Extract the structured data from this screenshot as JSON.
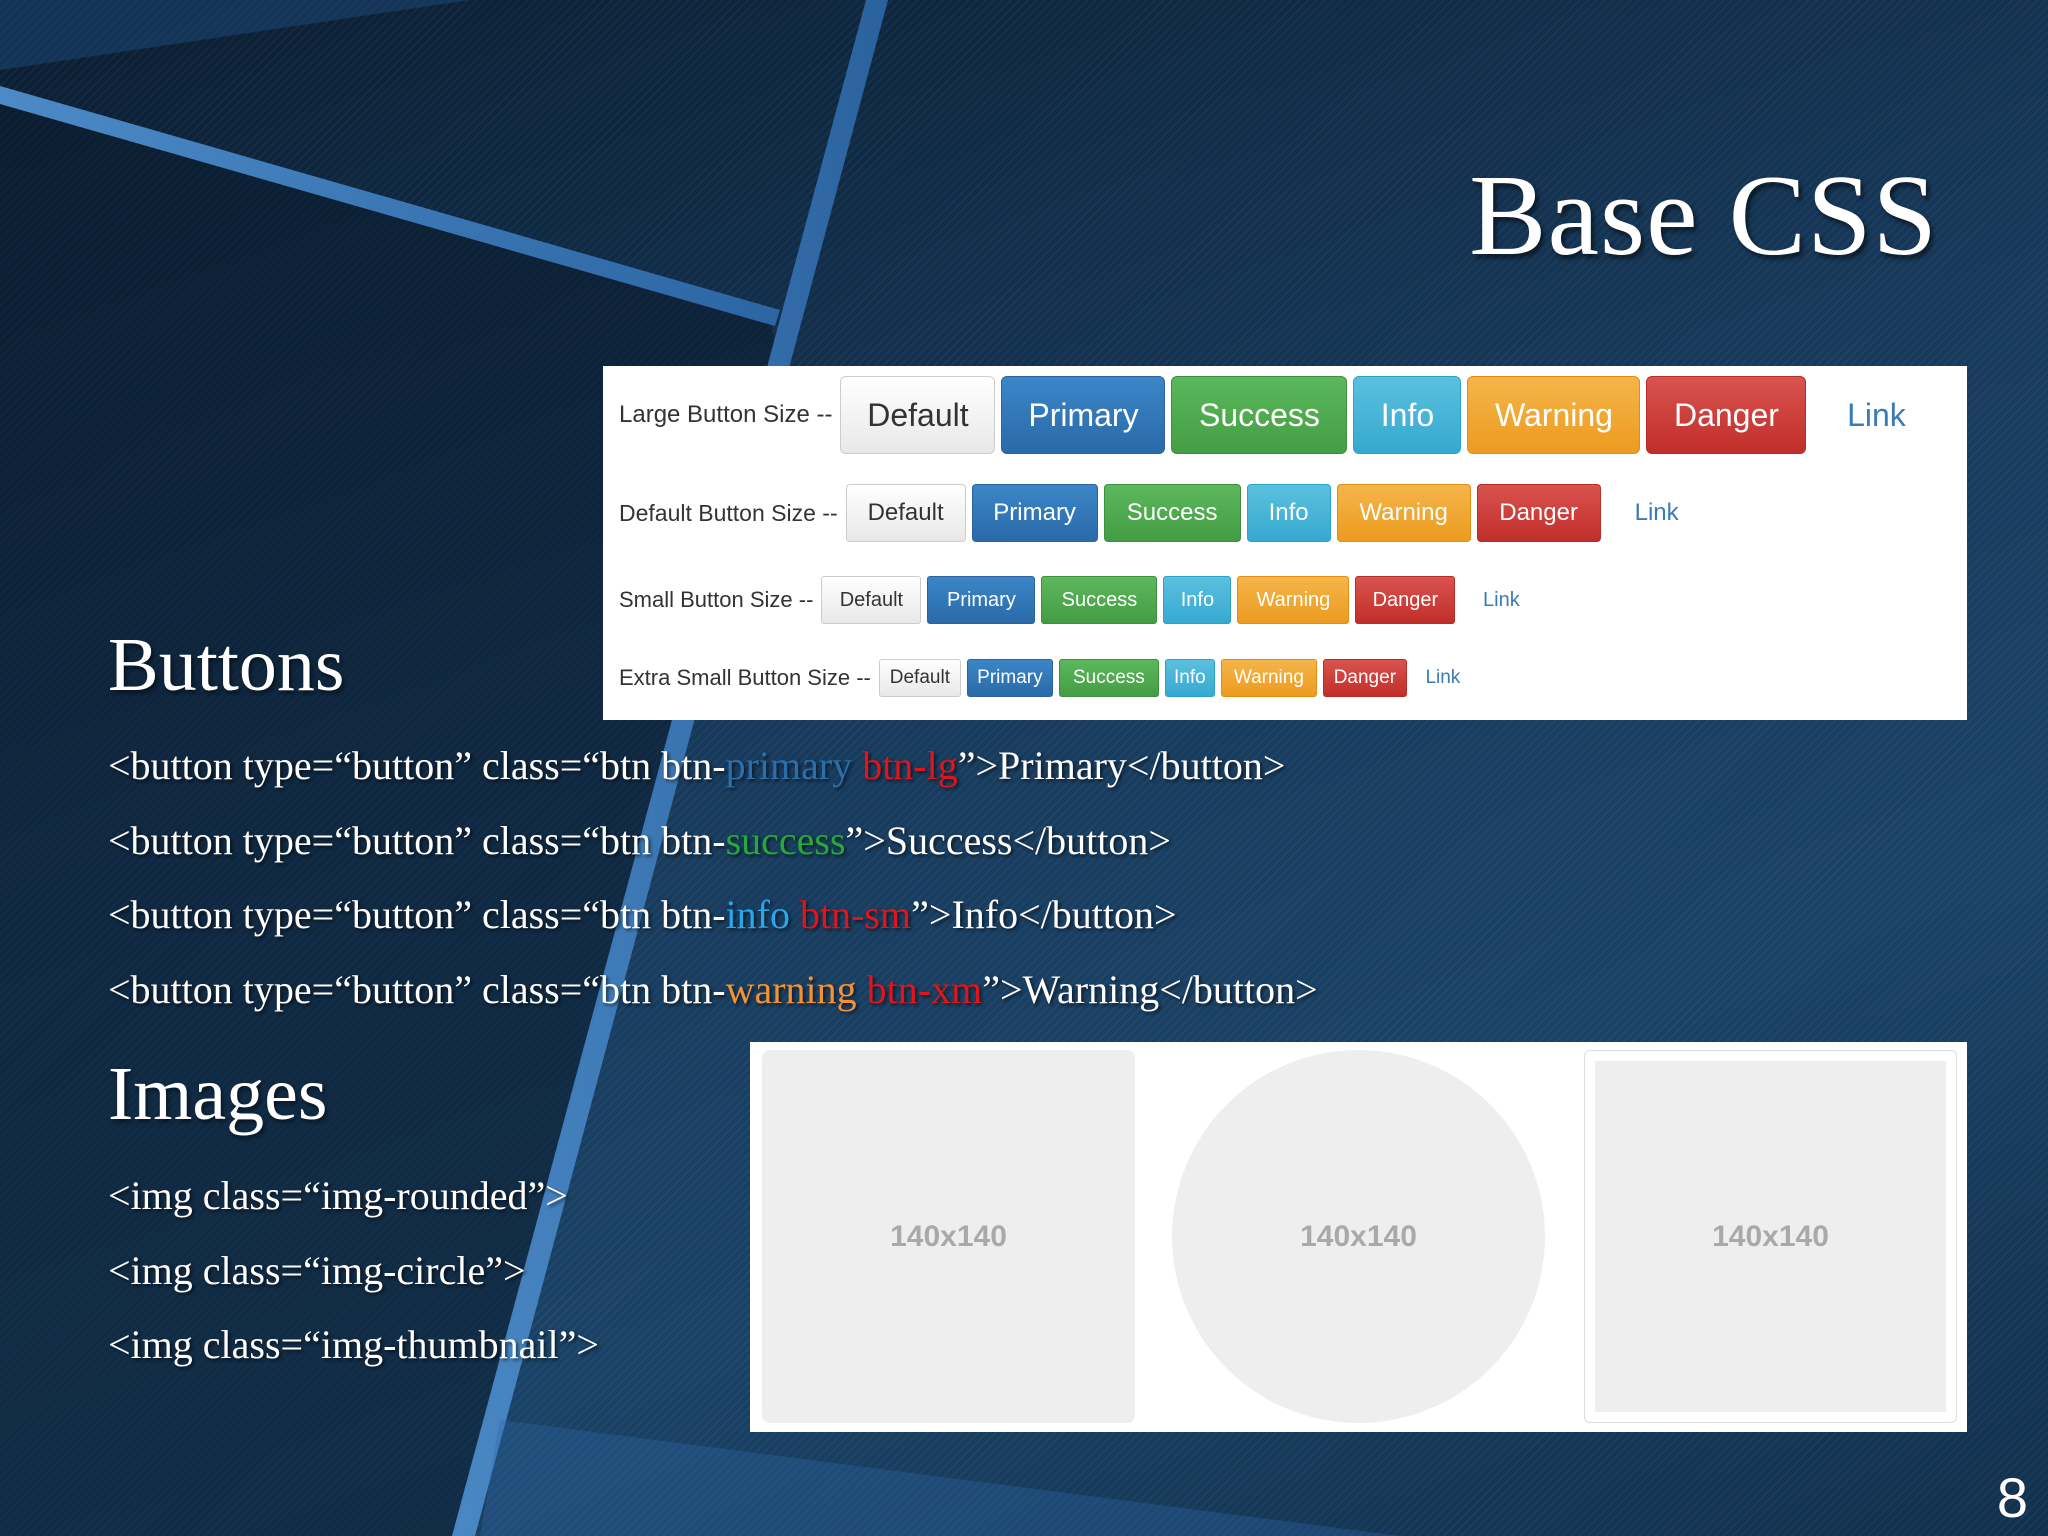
{
  "slide": {
    "title": "Base CSS",
    "page_number": "8"
  },
  "buttons_section": {
    "heading": "Buttons",
    "code_lines": [
      [
        {
          "text": "<button type=“button” class=“btn btn-",
          "color": "#ffffff"
        },
        {
          "text": "primary",
          "color": "#2c6ea8"
        },
        {
          "text": " ",
          "color": "#ffffff"
        },
        {
          "text": "btn-lg",
          "color": "#e0141b"
        },
        {
          "text": "”>Primary</button>",
          "color": "#ffffff"
        }
      ],
      [
        {
          "text": "<button type=“button” class=“btn btn-",
          "color": "#ffffff"
        },
        {
          "text": "success",
          "color": "#26a83a"
        },
        {
          "text": "”>Success</button>",
          "color": "#ffffff"
        }
      ],
      [
        {
          "text": "<button type=“button” class=“btn btn-",
          "color": "#ffffff"
        },
        {
          "text": "info",
          "color": "#27a8e8"
        },
        {
          "text": " ",
          "color": "#ffffff"
        },
        {
          "text": "btn-sm",
          "color": "#e0141b"
        },
        {
          "text": "”>Info</button>",
          "color": "#ffffff"
        }
      ],
      [
        {
          "text": "<button type=“button” class=“btn btn-",
          "color": "#ffffff"
        },
        {
          "text": "warning",
          "color": "#f59132"
        },
        {
          "text": " ",
          "color": "#ffffff"
        },
        {
          "text": "btn-xm",
          "color": "#e0141b"
        },
        {
          "text": "”>Warning</button>",
          "color": "#ffffff"
        }
      ]
    ]
  },
  "button_demo": {
    "button_labels": {
      "default": "Default",
      "primary": "Primary",
      "success": "Success",
      "info": "Info",
      "warning": "Warning",
      "danger": "Danger",
      "link": "Link"
    },
    "rows": {
      "large": "Large Button Size --",
      "default": "Default Button Size --",
      "small": "Small Button Size --",
      "extra_small": "Extra Small Button Size --"
    }
  },
  "images_section": {
    "heading": "Images",
    "code_lines": [
      "<img class=“img-rounded”>",
      "<img class=“img-circle”>",
      "<img class=“img-thumbnail”>"
    ],
    "placeholders": {
      "rounded": "140x140",
      "circle": "140x140",
      "thumbnail": "140x140"
    }
  },
  "colors": {
    "primary": "#337ab7",
    "success": "#5cb85c",
    "info": "#5bc0de",
    "warning": "#f0ad4e",
    "danger": "#d9534f",
    "link": "#3a7ab8"
  }
}
